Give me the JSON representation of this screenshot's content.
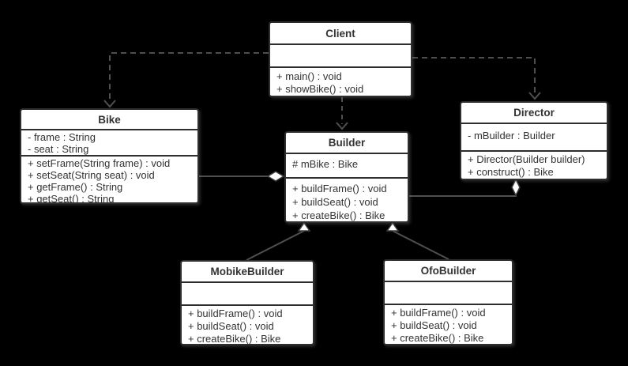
{
  "canvas": {
    "background": "#000000",
    "box_fill": "#ffffff",
    "box_border": "#2e2e2e",
    "text_color": "#333333",
    "connector_color": "#4f4f4f"
  },
  "classes": {
    "client": {
      "name": "Client",
      "attributes": [],
      "methods": [
        "+ main() : void",
        "+ showBike() : void"
      ]
    },
    "bike": {
      "name": "Bike",
      "attributes": [
        "- frame : String",
        "- seat : String"
      ],
      "methods": [
        "+ setFrame(String frame) : void",
        "+ setSeat(String seat) : void",
        "+ getFrame() : String",
        "+ getSeat() : String"
      ]
    },
    "builder": {
      "name": "Builder",
      "attributes": [
        "# mBike : Bike"
      ],
      "methods": [
        "+ buildFrame() : void",
        "+ buildSeat() : void",
        "+ createBike() : Bike"
      ]
    },
    "director": {
      "name": "Director",
      "attributes": [
        "- mBuilder : Builder"
      ],
      "methods": [
        "+ Director(Builder builder)",
        "+ construct() : Bike"
      ]
    },
    "mobikeBuilder": {
      "name": "MobikeBuilder",
      "attributes": [],
      "methods": [
        "+ buildFrame() : void",
        "+ buildSeat() : void",
        "+ createBike() : Bike"
      ]
    },
    "ofoBuilder": {
      "name": "OfoBuilder",
      "attributes": [],
      "methods": [
        "+ buildFrame() : void",
        "+ buildSeat() : void",
        "+ createBike() : Bike"
      ]
    }
  },
  "relationships": [
    {
      "from": "Client",
      "to": "Bike",
      "type": "dependency",
      "line": "dashed",
      "arrow": "open"
    },
    {
      "from": "Client",
      "to": "Builder",
      "type": "dependency",
      "line": "dashed",
      "arrow": "open"
    },
    {
      "from": "Client",
      "to": "Director",
      "type": "dependency",
      "line": "dashed",
      "arrow": "open"
    },
    {
      "from": "Builder",
      "to": "Bike",
      "type": "aggregation",
      "line": "solid",
      "arrow": "open-diamond-at-Builder"
    },
    {
      "from": "Director",
      "to": "Builder",
      "type": "aggregation",
      "line": "solid",
      "arrow": "open-diamond-at-Director"
    },
    {
      "from": "MobikeBuilder",
      "to": "Builder",
      "type": "generalization",
      "line": "solid",
      "arrow": "hollow-triangle"
    },
    {
      "from": "OfoBuilder",
      "to": "Builder",
      "type": "generalization",
      "line": "solid",
      "arrow": "hollow-triangle"
    }
  ]
}
